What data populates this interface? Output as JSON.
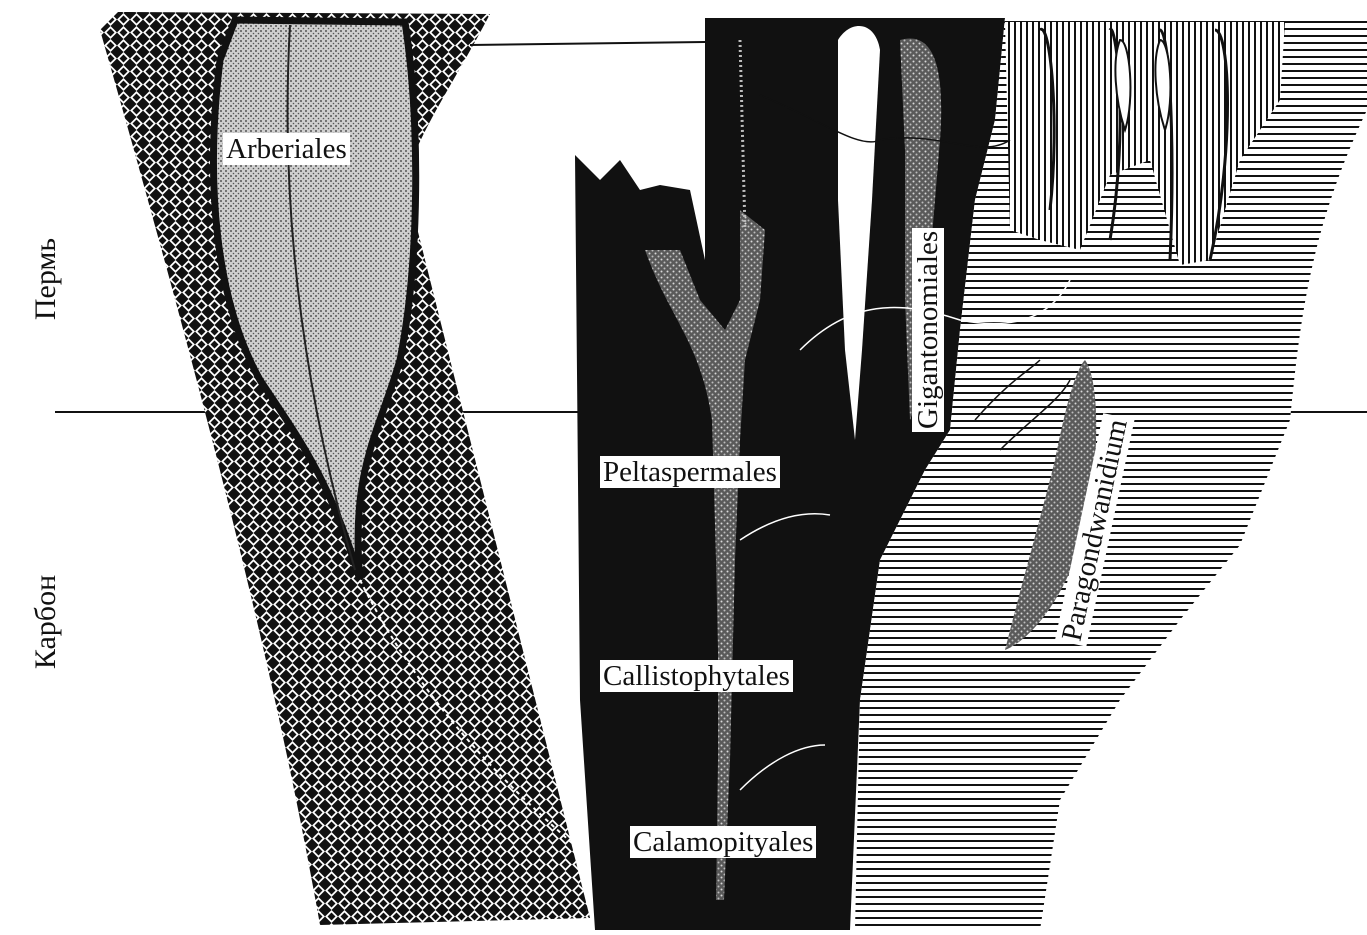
{
  "periods": {
    "upper": "Пермь",
    "lower": "Карбон"
  },
  "taxa": {
    "arberiales": "Arberiales",
    "peltaspermales": "Peltaspermales",
    "callistophytales": "Callistophytales",
    "calamopityales": "Calamopityales",
    "gigantonomiales": "Gigantonomiales",
    "paragondwanidium": "Paragondwanidium"
  },
  "colors": {
    "ink": "#111111",
    "paper": "#ffffff"
  }
}
